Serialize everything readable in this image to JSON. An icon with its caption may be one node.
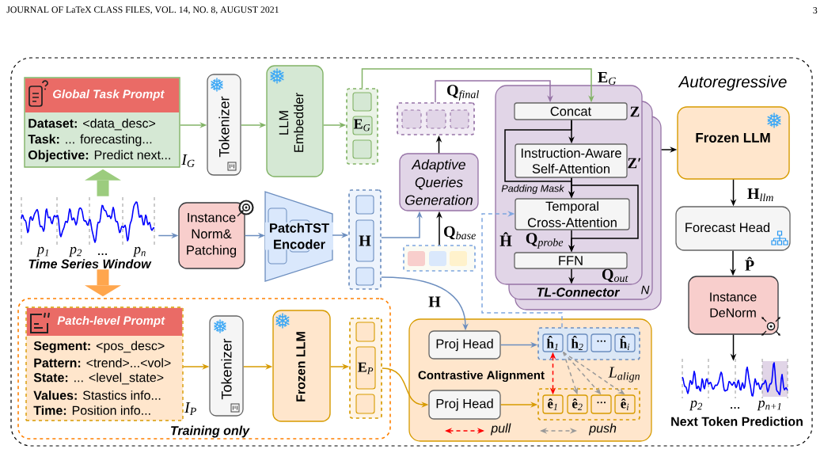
{
  "diagram": {
    "nodes": [
      {
        "text": [
          "Autoregressive"
        ]
      },
      {
        "text": [
          "Global Task Prompt",
          "**Dataset:** <data_desc>",
          "**Task:** ... forecasting...",
          "**Objective:** Predict next..."
        ],
        "beside": [
          "I$_{G}$"
        ],
        "in": 0
      },
      {
        "text": [
          "Tokenizer"
        ],
        "in": 0
      },
      {
        "text": [
          "LLM Embedder"
        ],
        "in": 0
      },
      {
        "text": [
          "**E**$_{G}$"
        ],
        "in": 0
      },
      {
        "text": [
          "Time Series Window",
          "p$_{1}$",
          "p$_{2}$",
          "...",
          "p$_{n}$"
        ],
        "in": 0
      },
      {
        "text": [
          "Instance Norm& Patching"
        ],
        "in": 0
      },
      {
        "text": [
          "PatchTST Encoder"
        ],
        "in": 0
      },
      {
        "text": [
          "H"
        ],
        "in": 0
      },
      {
        "text": [
          "Adaptive Queries Generation"
        ],
        "in": 0
      },
      {
        "text": [],
        "shape": "box",
        "in": 0
      },
      {
        "text": [],
        "shape": "box",
        "in": 0
      },
      {
        "text": [
          "TL-Connector"
        ],
        "beside": [
          "N"
        ],
        "in": 0
      },
      {
        "text": [
          "Concat"
        ],
        "beside": [
          "Z"
        ],
        "in": 12
      },
      {
        "text": [
          "Instruction-Aware Self-Attention"
        ],
        "beside": [
          "Z′"
        ],
        "in": 12
      },
      {
        "text": [
          "Temporal Cross-Attention"
        ],
        "in": 12
      },
      {
        "text": [
          "FFN"
        ],
        "in": 12
      },
      {
        "text": [
          "Frozen LLM"
        ],
        "in": 0
      },
      {
        "text": [
          "Forecast Head"
        ],
        "in": 0
      },
      {
        "text": [
          "Instance DeNorm"
        ],
        "in": 0
      },
      {
        "text": [
          "Next Token Prediction",
          "p$_{2}$",
          "...",
          "p$_{n+1}$"
        ],
        "in": 0
      },
      {
        "text": [
          "Training only"
        ],
        "in": 0
      },
      {
        "text": [
          "Patch-level Prompt",
          "**Segment:** <pos_desc>",
          "**Pattern:** <trend>...<vol>",
          "**State:** ... <level_state>",
          "**Values:** Stastics info...",
          "**Time:** Position info..."
        ],
        "beside": [
          "I$_{P}$"
        ],
        "in": 21
      },
      {
        "text": [
          "Tokenizer"
        ],
        "in": 21
      },
      {
        "text": [
          "Frozen LLM"
        ],
        "in": 21
      },
      {
        "text": [
          "**E**$_{P}$"
        ],
        "in": 21
      },
      {
        "text": [
          "Contrastive Alignment"
        ],
        "in": 0
      },
      {
        "text": [
          "Proj Head"
        ],
        "in": 26
      },
      {
        "text": [],
        "shape": "box",
        "in": 26
      },
      {
        "text": [
          "**ĥ**$_{1}$"
        ],
        "in": 28
      },
      {
        "text": [
          "**ĥ**$_{2}$"
        ],
        "in": 28
      },
      {
        "text": [
          "···"
        ],
        "in": 28
      },
      {
        "text": [
          "**ĥ**$_{i}$"
        ],
        "in": 28
      },
      {
        "text": [
          "Proj Head"
        ],
        "in": 26
      },
      {
        "text": [],
        "shape": "box",
        "in": 26
      },
      {
        "text": [
          "**ê**$_{1}$"
        ],
        "in": 34
      },
      {
        "text": [
          "**ê**$_{2}$"
        ],
        "in": 34
      },
      {
        "text": [
          "···"
        ],
        "in": 34
      },
      {
        "text": [
          "**ê**$_{i}$"
        ],
        "in": 34
      }
    ],
    "edges": [
      {
        "from": 5,
        "to": 1,
        "arrow": "to",
        "style": "thick",
        "color": "#9ccc7e"
      },
      {
        "from": 5,
        "to": 21,
        "arrow": "to",
        "style": "thick",
        "color": "#ffa64d"
      },
      {
        "from": 1,
        "to": 2,
        "arrow": "to",
        "color": "#82b366"
      },
      {
        "from": 2,
        "to": 3,
        "arrow": "to",
        "color": "#82b366"
      },
      {
        "from": 3,
        "to": 4,
        "arrow": "to",
        "color": "#82b366"
      },
      {
        "from": 4,
        "to": 13,
        "arrow": "to",
        "label": "**E**$_{G}$",
        "color": "#82b366"
      },
      {
        "from": 5,
        "to": 6,
        "arrow": "to",
        "color": "#6c8ebf"
      },
      {
        "from": 6,
        "to": 7,
        "arrow": "to",
        "color": "#6c8ebf"
      },
      {
        "from": 7,
        "to": 8,
        "arrow": "to",
        "color": "#6c8ebf"
      },
      {
        "from": 8,
        "to": 9,
        "arrow": "to",
        "color": "#6c8ebf"
      },
      {
        "from": 8,
        "to": 27,
        "arrow": "to",
        "label": "H",
        "color": "#6c8ebf"
      },
      {
        "from": 11,
        "to": 9,
        "arrow": "to",
        "label": "**Q**$_{base}$"
      },
      {
        "from": 9,
        "to": 10,
        "arrow": "to"
      },
      {
        "from": 10,
        "to": 13,
        "arrow": "to",
        "label": "**Q**$_{final}$",
        "color": "#9673a6"
      },
      {
        "from": 13,
        "to": 14,
        "arrow": "to"
      },
      {
        "from": 13,
        "to": 15,
        "arrow": "to",
        "label": "Padding Mask"
      },
      {
        "from": 14,
        "to": 15,
        "arrow": "to"
      },
      {
        "from": 14,
        "to": 16,
        "arrow": "to"
      },
      {
        "from": 15,
        "to": 16,
        "arrow": "to",
        "label": "**Q**$_{probe}$"
      },
      {
        "from": 16,
        "to": null,
        "arrow": "to",
        "label": "**Q**$_{out}$"
      },
      {
        "from": 28,
        "to": 15,
        "arrow": "to",
        "label": "Ĥ",
        "style": "dashed",
        "color": "#7ea6e0"
      },
      {
        "from": 12,
        "to": 17,
        "arrow": "to"
      },
      {
        "from": 17,
        "to": 18,
        "arrow": "to",
        "label": "**H**$_{llm}$"
      },
      {
        "from": 18,
        "to": 19,
        "arrow": "to",
        "label": "P̂"
      },
      {
        "from": 19,
        "to": 20,
        "arrow": "to"
      },
      {
        "from": 22,
        "to": 23,
        "arrow": "to",
        "color": "#d79b00"
      },
      {
        "from": 23,
        "to": 24,
        "arrow": "to",
        "color": "#d79b00"
      },
      {
        "from": 24,
        "to": 25,
        "arrow": "to",
        "color": "#d79b00"
      },
      {
        "from": 25,
        "to": 33,
        "arrow": "to",
        "color": "#d79b00"
      },
      {
        "from": 27,
        "to": 28,
        "arrow": "to",
        "color": "#6c8ebf"
      },
      {
        "from": 33,
        "to": 34,
        "arrow": "to",
        "color": "#d79b00"
      },
      {
        "from": 29,
        "to": 35,
        "arrow": "both",
        "style": "dashed",
        "color": "#ff0000"
      },
      {
        "from": 29,
        "to": 36,
        "arrow": "to",
        "style": "dashed",
        "color": "#999999"
      },
      {
        "from": 29,
        "to": 37,
        "arrow": "to",
        "style": "dashed",
        "color": "#999999"
      },
      {
        "from": 29,
        "to": 38,
        "arrow": "to",
        "style": "dashed",
        "color": "#999999"
      }
    ],
    "labels": [
      "JOURNAL OF LaTeX CLASS FILES, VOL. 14, NO. 8, AUGUST 2021",
      "3",
      "L$_{align}$"
    ],
    "legend": [
      {
        "text": "pull"
      },
      {
        "text": "push"
      }
    ]
  }
}
